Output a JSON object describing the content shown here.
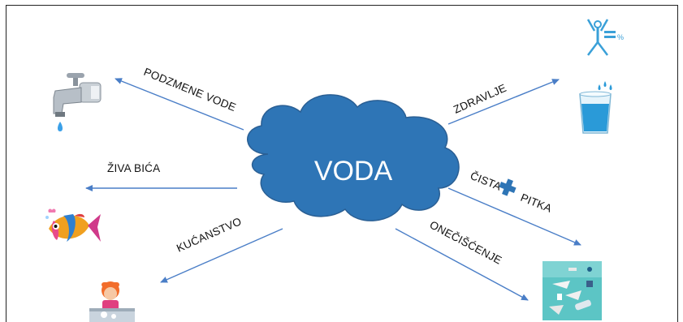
{
  "diagram": {
    "center": "VODA",
    "branches": {
      "podzemne_vode": "PODZMENE VODE",
      "ziva_bica": "ŽIVA BIĆA",
      "kucanstvo": "KUĆANSTVO",
      "zdravlje": "ZDRAVLJE",
      "cista": "ČISTA",
      "pitka": "PITKA",
      "oneciscenje": "ONEČIŠĆENJE"
    },
    "icons": {
      "top_left": "water-tap-icon",
      "middle_left": "fish-icon",
      "bottom_left": "girl-washing-icon",
      "top_right_1": "body-water-percent-icon",
      "top_right_2": "glass-of-water-icon",
      "bottom_right": "ocean-pollution-icon"
    },
    "percent_sign": "%",
    "colors": {
      "cloud": "#2e75b6",
      "cloud_stroke": "#2a5f94",
      "arrow": "#4a7ec7",
      "plus": "#2e75b6"
    }
  }
}
